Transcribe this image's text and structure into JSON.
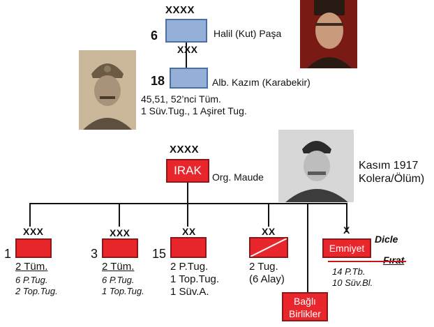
{
  "ottoman": {
    "army": {
      "echelon": "XXXX",
      "number": "6",
      "commander": "Halil (Kut) Paşa"
    },
    "corps": {
      "echelon": "XXX",
      "number": "18",
      "commander": "Alb. Kazım (Karabekir)",
      "details": [
        "45,51, 52’nci Tüm.",
        "1 Süv.Tug., 1 Aşiret Tug."
      ]
    }
  },
  "british": {
    "army": {
      "echelon": "XXXX",
      "label": "IRAK",
      "commander": "Org. Maude",
      "note": [
        "Kasım 1917",
        "Kolera/Ölüm)"
      ]
    },
    "units": [
      {
        "echelon": "XXX",
        "number": "1",
        "lines": [
          "2 Tüm.",
          "6 P.Tug.",
          "2 Top.Tug."
        ]
      },
      {
        "echelon": "XXX",
        "number": "3",
        "lines": [
          "2 Tüm.",
          "6 P.Tug.",
          "1 Top.Tug."
        ]
      },
      {
        "echelon": "XX",
        "number": "15",
        "lines": [
          "2 P.Tug.",
          "1 Top.Tug.",
          "1 Süv.A."
        ]
      },
      {
        "echelon": "XX",
        "number": "",
        "lines": [
          "2 Tug.",
          "(6 Alay)"
        ]
      },
      {
        "echelon": "X",
        "label": "Emniyet",
        "river1": "Dicle",
        "river2": "Fırat",
        "lines": [
          "14 P.Tb.",
          "10 Süv.Bl."
        ]
      }
    ],
    "attached": [
      "Bağlı",
      "Birlikler"
    ]
  },
  "colors": {
    "ottoman_box": "#94b0d8",
    "british_box": "#e8262c"
  }
}
